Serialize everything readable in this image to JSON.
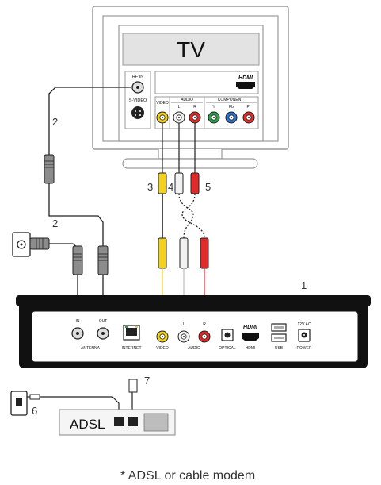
{
  "tv": {
    "title": "TV",
    "rf_in": "RF IN",
    "s_video": "S-VIDEO",
    "video": "VIDEO",
    "audio": "AUDIO",
    "audio_l": "L",
    "audio_r": "R",
    "component": "COMPONENT",
    "comp_y": "Y",
    "comp_pb": "Pb",
    "comp_pr": "Pr",
    "hdmi_logo": "HDMI"
  },
  "device": {
    "port_in": "IN",
    "port_out": "OUT",
    "antenna": "ANTENNA",
    "internet": "INTERNET",
    "video": "VIDEO",
    "audio": "AUDIO",
    "audio_l": "L",
    "audio_r": "R",
    "optical": "OPTICAL",
    "hdmi": "HDMI",
    "hdmi_logo": "HDMI",
    "usb": "USB",
    "power_rating": "12V AC",
    "power": "POWER"
  },
  "callouts": {
    "n1": "1",
    "n2a": "2",
    "n2b": "2",
    "n3": "3",
    "n4": "4",
    "n5": "5",
    "n6": "6",
    "n7": "7"
  },
  "modem": {
    "label": "ADSL"
  },
  "footnote": "* ADSL or cable modem",
  "colors": {
    "yellow": "#f2d21c",
    "white": "#f2f2f2",
    "red": "#e12a2a",
    "green": "#2e9e4a",
    "blue": "#2f72c7",
    "black": "#111111"
  }
}
